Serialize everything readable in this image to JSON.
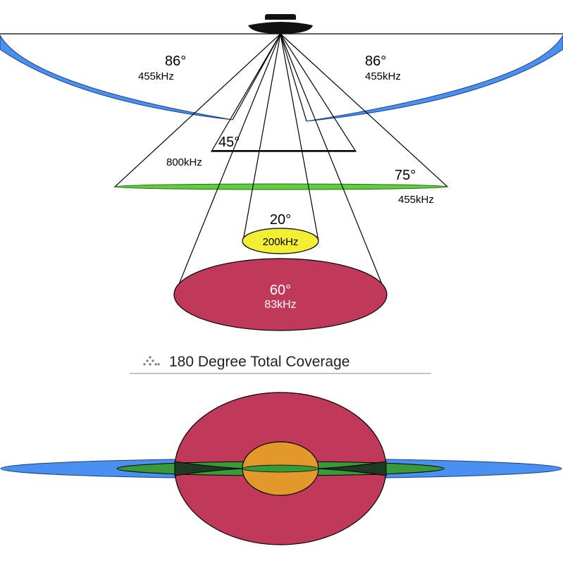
{
  "colors": {
    "beam_86": "#4a90f0",
    "beam_75": "#5fce3c",
    "beam_20": "#f2ee34",
    "beam_60": "#c0395a",
    "beam_45_top": "#e89530",
    "plan_green": "#3a9a3a",
    "plan_orange": "#e3982c",
    "boat_hull": "#111111"
  },
  "beams": {
    "left_86": {
      "angle": "86°",
      "freq": "455kHz"
    },
    "right_86": {
      "angle": "86°",
      "freq": "455kHz"
    },
    "center_45": {
      "angle": "45°",
      "freq": "800kHz"
    },
    "wide_75": {
      "angle": "75°",
      "freq": "455kHz"
    },
    "narrow_20": {
      "angle": "20°",
      "freq": "200kHz"
    },
    "wide_60": {
      "angle": "60°",
      "freq": "83kHz"
    }
  },
  "coverage": {
    "icon": "triangle-dots-icon",
    "title": "180 Degree Total Coverage"
  }
}
